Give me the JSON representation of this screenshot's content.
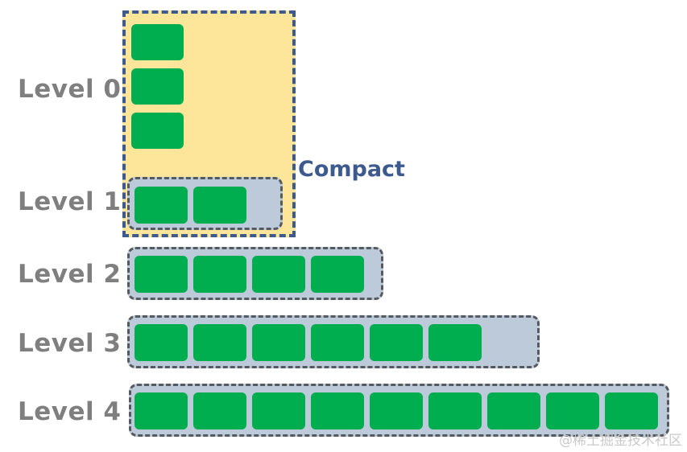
{
  "levels": [
    {
      "label": "Level 0",
      "blocks": 3,
      "capacity": 3
    },
    {
      "label": "Level 1",
      "blocks": 2,
      "capacity": 2.6
    },
    {
      "label": "Level 2",
      "blocks": 4,
      "capacity": 4.3
    },
    {
      "label": "Level 3",
      "blocks": 6,
      "capacity": 7
    },
    {
      "label": "Level 4",
      "blocks": 9,
      "capacity": 9
    }
  ],
  "compact": {
    "label": "Compact"
  },
  "colors": {
    "block": "#00ad4f",
    "level_box": "#bccad9",
    "compact_fill": "#fde59a",
    "compact_border": "#3d5a8f",
    "label_text": "#7f7f7f"
  },
  "watermark": "@稀土掘金技术社区"
}
